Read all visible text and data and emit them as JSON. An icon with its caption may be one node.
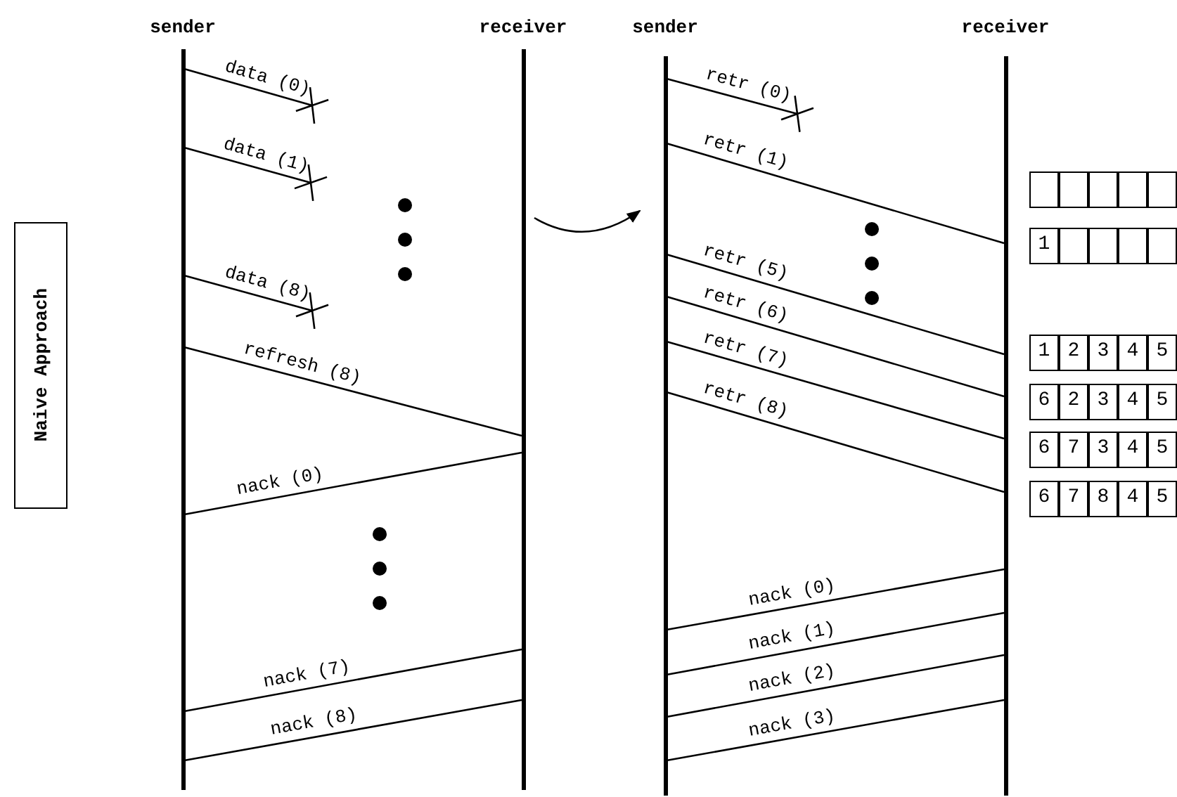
{
  "diagram": {
    "nodes": [
      {
        "text": [
          "Naive Approach"
        ]
      },
      {
        "text": [
          "sender"
        ]
      },
      {
        "text": [
          "receiver"
        ]
      },
      {
        "text": [
          "sender"
        ]
      },
      {
        "text": [
          "receiver"
        ]
      }
    ],
    "edges": [
      {
        "from": 1,
        "to": null,
        "arrow": "other",
        "label": "data (0)"
      },
      {
        "from": 1,
        "to": null,
        "arrow": "other",
        "label": "data (1)"
      },
      {
        "from": 1,
        "to": null,
        "arrow": "other",
        "label": "data (8)"
      },
      {
        "from": 1,
        "to": 2,
        "arrow": "none",
        "label": "refresh (8)"
      },
      {
        "from": 2,
        "to": 1,
        "arrow": "none",
        "label": "nack (0)"
      },
      {
        "from": 2,
        "to": 1,
        "arrow": "none",
        "label": "nack (7)"
      },
      {
        "from": 2,
        "to": 1,
        "arrow": "none",
        "label": "nack (8)"
      },
      {
        "from": 3,
        "to": null,
        "arrow": "other",
        "label": "retr (0)"
      },
      {
        "from": 3,
        "to": 4,
        "arrow": "none",
        "label": "retr (1)"
      },
      {
        "from": 3,
        "to": 4,
        "arrow": "none",
        "label": "retr (5)"
      },
      {
        "from": 3,
        "to": 4,
        "arrow": "none",
        "label": "retr (6)"
      },
      {
        "from": 3,
        "to": 4,
        "arrow": "none",
        "label": "retr (7)"
      },
      {
        "from": 3,
        "to": 4,
        "arrow": "none",
        "label": "retr (8)"
      },
      {
        "from": 4,
        "to": 3,
        "arrow": "none",
        "label": "nack (0)"
      },
      {
        "from": 4,
        "to": 3,
        "arrow": "none",
        "label": "nack (1)"
      },
      {
        "from": 4,
        "to": 3,
        "arrow": "none",
        "label": "nack (2)"
      },
      {
        "from": 4,
        "to": 3,
        "arrow": "none",
        "label": "nack (3)"
      },
      {
        "from": 2,
        "to": 3,
        "arrow": "to"
      }
    ],
    "labels": [
      "1",
      "1",
      "2",
      "3",
      "4",
      "5",
      "6",
      "2",
      "3",
      "4",
      "5",
      "6",
      "7",
      "3",
      "4",
      "5",
      "6",
      "7",
      "8",
      "4",
      "5"
    ]
  }
}
